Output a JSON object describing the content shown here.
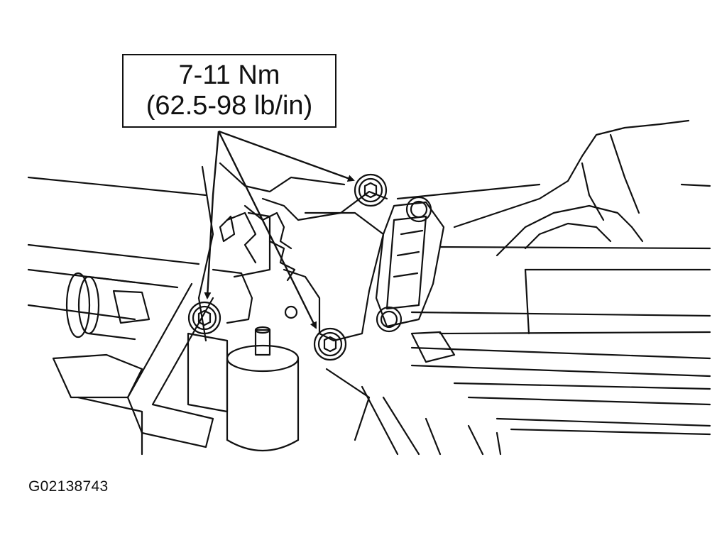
{
  "callout": {
    "torque_metric": "7-11 Nm",
    "torque_imperial": "(62.5-98 lb/in)"
  },
  "figure_id": "G02138743",
  "colors": {
    "line": "#111111",
    "background": "#ffffff"
  }
}
